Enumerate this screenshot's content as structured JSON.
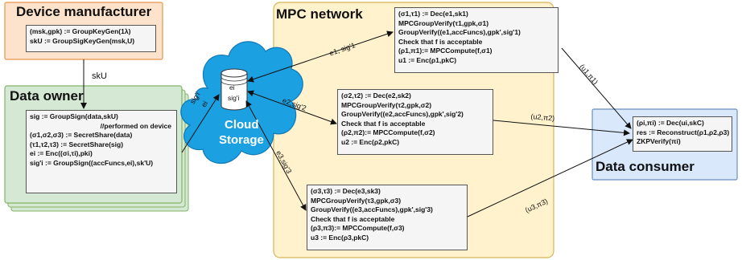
{
  "manufacturer": {
    "title": "Device manufacturer",
    "lines": [
      "(msk,gpk) := GroupKeyGen(1λ)",
      "skU := GroupSigKeyGen(msk,U)"
    ]
  },
  "owner": {
    "title": "Data owner",
    "lines": [
      "sig := GroupSign(data,skU)",
      "//performed on device",
      "(σ1,σ2,σ3) := SecretShare(data)",
      "(τ1,τ2,τ3) := SecretShare(sig)",
      "ei := Enc((σi,τi),pki)",
      "sig'i := GroupSign((accFuncs,ei),sk'U)"
    ]
  },
  "cloud": {
    "label_line1": "Cloud",
    "label_line2": "Storage",
    "db_line1": "ei",
    "db_line2": "sig'i"
  },
  "mpc": {
    "title": "MPC network",
    "node1": [
      "(σ1,τ1) := Dec(e1,sk1)",
      "MPCGroupVerify(τ1,gpk,σ1)",
      "GroupVerify((e1,accFuncs),gpk',sig'1)",
      "Check that f is acceptable",
      "(ρ1,π1):= MPCCompute(f,σ1)",
      "u1 := Enc(ρ1,pkC)"
    ],
    "node2": [
      "(σ2,τ2) := Dec(e2,sk2)",
      "MPCGroupVerify(τ2,gpk,σ2)",
      "GroupVerify((e2,accFuncs),gpk',sig'2)",
      "Check that f is acceptable",
      "(ρ2,π2):= MPCCompute(f,σ2)",
      "u2 := Enc(ρ2,pkC)"
    ],
    "node3": [
      "(σ3,τ3) := Dec(e3,sk3)",
      "MPCGroupVerify(τ3,gpk,σ3)",
      "GroupVerify((e3,accFuncs),gpk',sig'3)",
      "Check that f is acceptable",
      "(ρ3,π3):= MPCCompute(f,σ3)",
      "u3 := Enc(ρ3,pkC)"
    ]
  },
  "consumer": {
    "title": "Data consumer",
    "lines": [
      "(ρi,πi) := Dec(ui,skC)",
      "res := Reconstruct(ρ1,ρ2,ρ3)",
      "ZKPVerify(πi)"
    ]
  },
  "edges": {
    "sku": "skU",
    "owner_to_cloud_e": "ei",
    "owner_to_cloud_sig": "sig'i",
    "cloud_to_n1": "e1, sig'1",
    "cloud_to_n2": "e2,sig'2",
    "cloud_to_n3": "e3,sig'3",
    "n1_to_consumer": "(u1,π1)",
    "n2_to_consumer": "(u2,π2)",
    "n3_to_consumer": "(u3,π3)"
  },
  "colors": {
    "manufacturer_bg": "#fde3cc",
    "manufacturer_border": "#e6964a",
    "owner_bg": "#d5e8d4",
    "owner_border": "#82b366",
    "mpc_bg": "#fff2cc",
    "mpc_border": "#d6b656",
    "consumer_bg": "#dae8fc",
    "consumer_border": "#6c8ebf",
    "cloud_fill": "#1ba1e2"
  }
}
